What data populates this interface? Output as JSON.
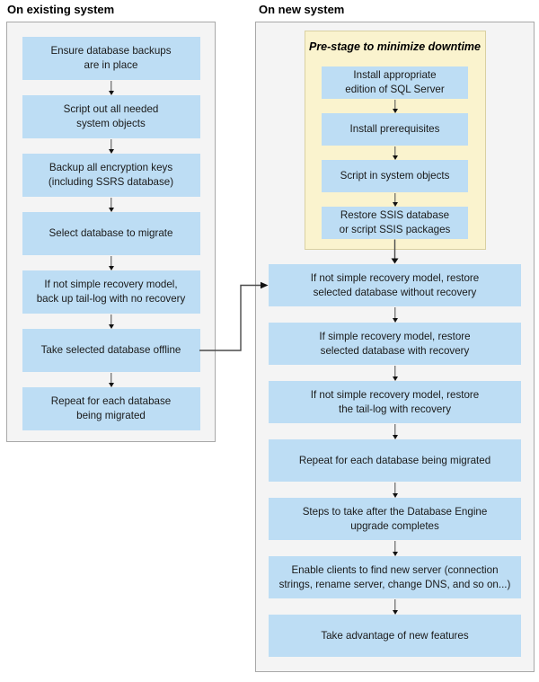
{
  "colors": {
    "box_blue": "#bdddf4",
    "prestage_bg": "#faf3ce",
    "prestage_border": "#d9d0a2",
    "panel_bg": "#f4f4f4",
    "panel_border": "#a8a8a8",
    "arrow": "#4a4a4a",
    "arrowhead": "#111111",
    "text": "#1a1a1a"
  },
  "left": {
    "title": "On existing system",
    "boxes": [
      "Ensure database backups\nare in place",
      "Script out all needed\nsystem objects",
      "Backup all encryption keys\n(including SSRS database)",
      "Select database to migrate",
      "If not simple recovery model,\nback up tail-log with no recovery",
      "Take selected database offline",
      "Repeat for each database\nbeing migrated"
    ]
  },
  "right": {
    "title": "On new system",
    "prestage": {
      "title": "Pre-stage to minimize downtime",
      "boxes": [
        "Install appropriate\nedition of SQL Server",
        "Install prerequisites",
        "Script in system objects",
        "Restore SSIS database\nor script SSIS packages"
      ]
    },
    "boxes": [
      "If not simple recovery model, restore\nselected database without recovery",
      "If simple recovery model, restore\nselected database with recovery",
      "If not simple recovery model, restore\nthe tail-log with recovery",
      "Repeat for each database being migrated",
      "Steps to take after the Database Engine\nupgrade completes",
      "Enable clients to find new server (connection\nstrings, rename server, change DNS, and so on...)",
      "Take advantage of new features"
    ]
  }
}
